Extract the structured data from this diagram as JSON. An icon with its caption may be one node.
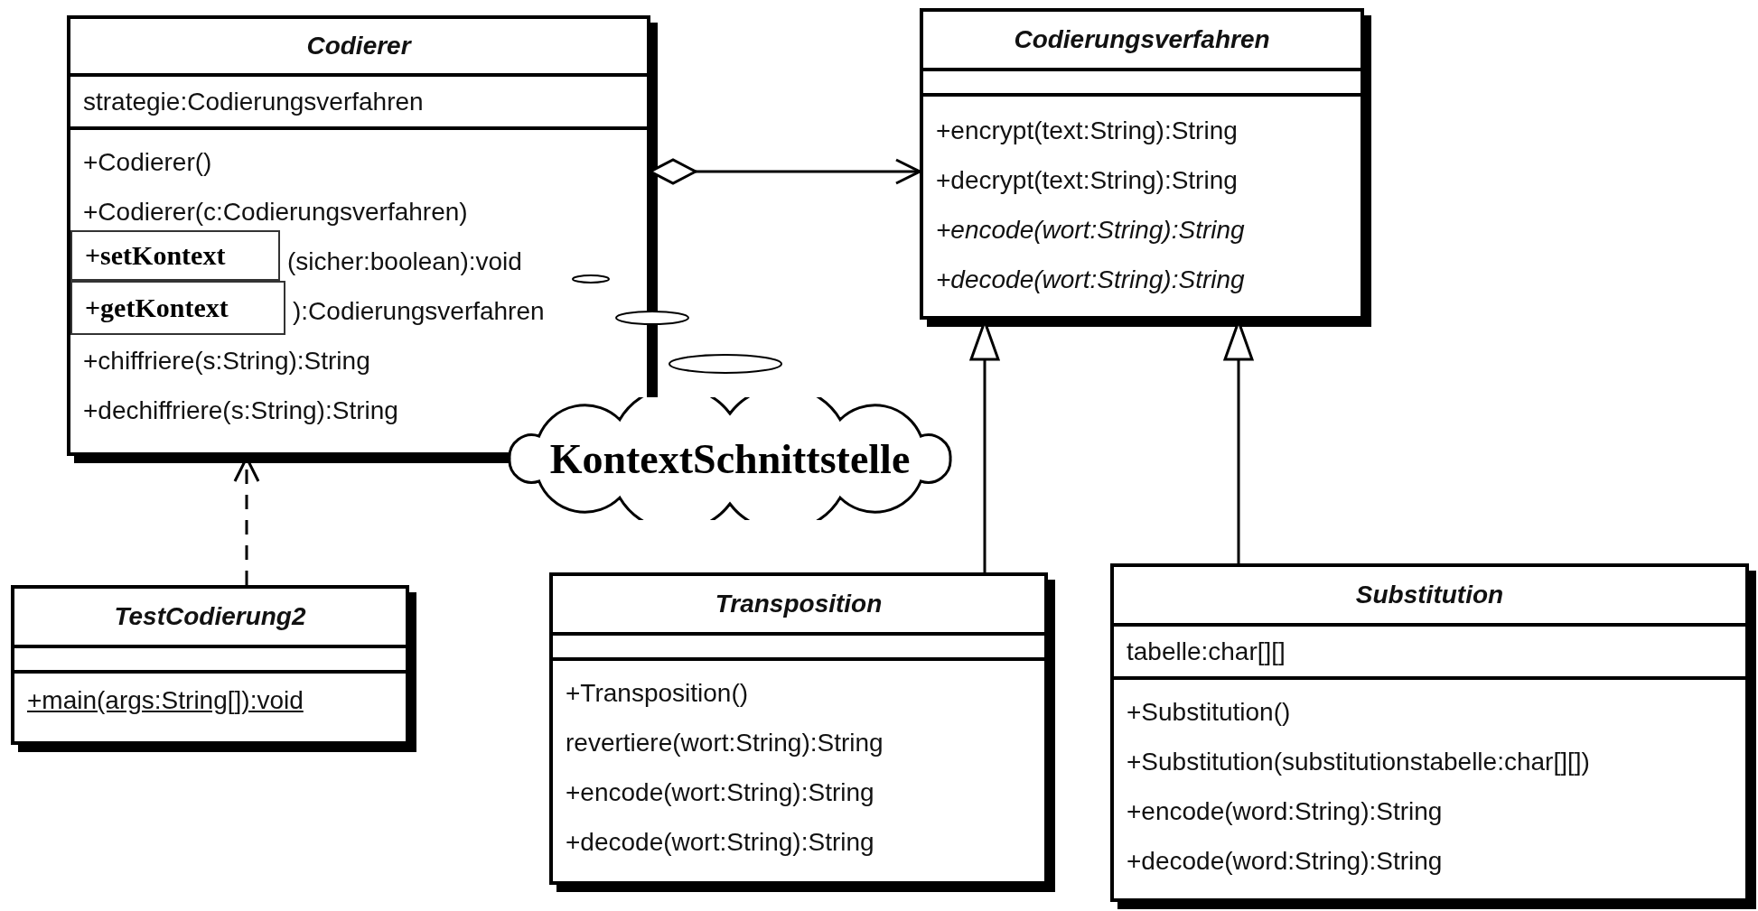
{
  "diagram": {
    "nodes": [
      {
        "text": [
          "Codierer",
          "strategie:Codierungsverfahren",
          "+Codierer()",
          "+Codierer(c:Codierungsverfahren)",
          "(sicher:boolean):void",
          "):Codierungsverfahren",
          "+chiffriere(s:String):String",
          "+dechiffriere(s:String):String"
        ]
      },
      {
        "text": [
          "+setKontext"
        ],
        "in": 0
      },
      {
        "text": [
          "+getKontext"
        ],
        "in": 0
      },
      {
        "text": [
          "Codierungsverfahren",
          "+encrypt(text:String):String",
          "+decrypt(text:String):String",
          "+encode(wort:String):String",
          "+decode(wort:String):String"
        ]
      },
      {
        "text": [
          "KontextSchnittstelle"
        ]
      },
      {
        "text": [
          "TestCodierung2",
          "+main(args:String[]):void"
        ]
      },
      {
        "text": [
          "Transposition",
          "+Transposition()",
          "revertiere(wort:String):String",
          "+encode(wort:String):String",
          "+decode(wort:String):String"
        ]
      },
      {
        "text": [
          "Substitution",
          "tabelle:char[][]",
          "+Substitution()",
          "+Substitution(substitutionstabelle:char[][])",
          "+encode(word:String):String",
          "+decode(word:String):String"
        ]
      }
    ],
    "edges": [
      {
        "from": 0,
        "to": 3,
        "arrow": "to"
      },
      {
        "from": 5,
        "to": 0,
        "arrow": "to",
        "style": "dashed"
      },
      {
        "from": 6,
        "to": 3,
        "arrow": "to"
      },
      {
        "from": 7,
        "to": 3,
        "arrow": "to"
      }
    ]
  }
}
